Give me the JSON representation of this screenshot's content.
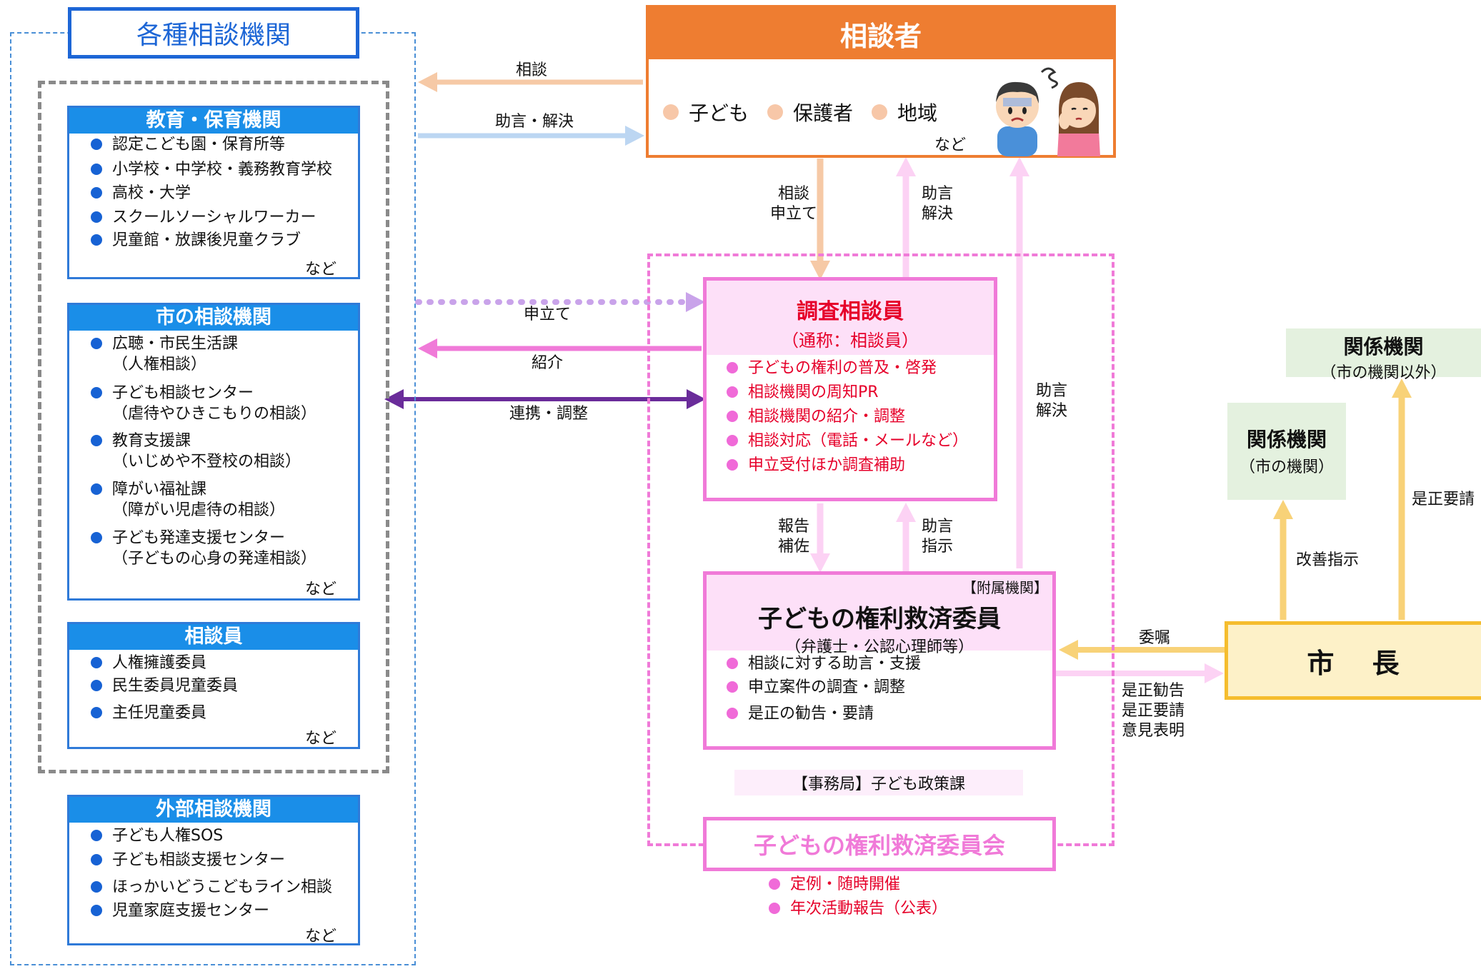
{
  "left_panel": {
    "title": "各種相談機関",
    "groups": [
      {
        "header": "教育・保育機関",
        "items": [
          "認定こども園・保育所等",
          "小学校・中学校・義務教育学校",
          "高校・大学",
          "スクールソーシャルワーカー",
          "児童館・放課後児童クラブ"
        ],
        "footer": "など"
      },
      {
        "header": "市の相談機関",
        "items": [
          {
            "line1": "広聴・市民生活課",
            "line2": "（人権相談）"
          },
          {
            "line1": "子ども相談センター",
            "line2": "（虐待やひきこもりの相談）"
          },
          {
            "line1": "教育支援課",
            "line2": "（いじめや不登校の相談）"
          },
          {
            "line1": "障がい福祉課",
            "line2": "（障がい児虐待の相談）"
          },
          {
            "line1": "子ども発達支援センター",
            "line2": "（子どもの心身の発達相談）"
          }
        ],
        "footer": "など"
      },
      {
        "header": "相談員",
        "items": [
          "人権擁護委員",
          "民生委員児童委員",
          "主任児童委員"
        ],
        "footer": "など"
      },
      {
        "header": "外部相談機関",
        "items": [
          "子ども人権SOS",
          "子ども相談支援センター",
          "ほっかいどうこどもライン相談",
          "児童家庭支援センター"
        ],
        "footer": "など"
      }
    ]
  },
  "consultant": {
    "title": "相談者",
    "items": [
      "子ども",
      "保護者",
      "地域"
    ],
    "footer": "など"
  },
  "investigator": {
    "title": "調査相談員",
    "subtitle": "（通称：相談員）",
    "items": [
      "子どもの権利の普及・啓発",
      "相談機関の周知PR",
      "相談機関の紹介・調整",
      "相談対応（電話・メールなど）",
      "申立受付ほか調査補助"
    ]
  },
  "committee_member": {
    "tag": "【附属機関】",
    "title": "子どもの権利救済委員",
    "subtitle": "（弁護士・公認心理師等）",
    "items": [
      "相談に対する助言・支援",
      "申立案件の調査・調整",
      "是正の勧告・要請"
    ]
  },
  "secretariat": "【事務局】子ども政策課",
  "committee": {
    "title": "子どもの権利救済委員会",
    "items": [
      "定例・随時開催",
      "年次活動報告（公表）"
    ]
  },
  "related_outside": {
    "title": "関係機関",
    "subtitle": "（市の機関以外）"
  },
  "related_city": {
    "title": "関係機関",
    "subtitle": "（市の機関）"
  },
  "mayor": "市 長",
  "arrow_labels": {
    "consult": "相談",
    "advice_resolve": "助言・解決",
    "petition": "申立て",
    "introduce": "紹介",
    "cooperate": "連携・調整",
    "consult_petition_1": "相談",
    "consult_petition_2": "申立て",
    "advice_1": "助言",
    "advice_2": "解決",
    "right_advice_1": "助言",
    "right_advice_2": "解決",
    "report_1": "報告",
    "report_2": "補佐",
    "instruct_1": "助言",
    "instruct_2": "指示",
    "entrust": "委嘱",
    "recommend_1": "是正勧告",
    "recommend_2": "是正要請",
    "recommend_3": "意見表明",
    "improve": "改善指示",
    "request": "是正要請"
  },
  "colors": {
    "blue": "#1a8ee8",
    "orange": "#ee7d31",
    "pink": "#f07ad8",
    "red": "#e6002a",
    "purple": "#6a2c9a",
    "yellow": "#f5bd2e",
    "green": "#e4f1df"
  }
}
